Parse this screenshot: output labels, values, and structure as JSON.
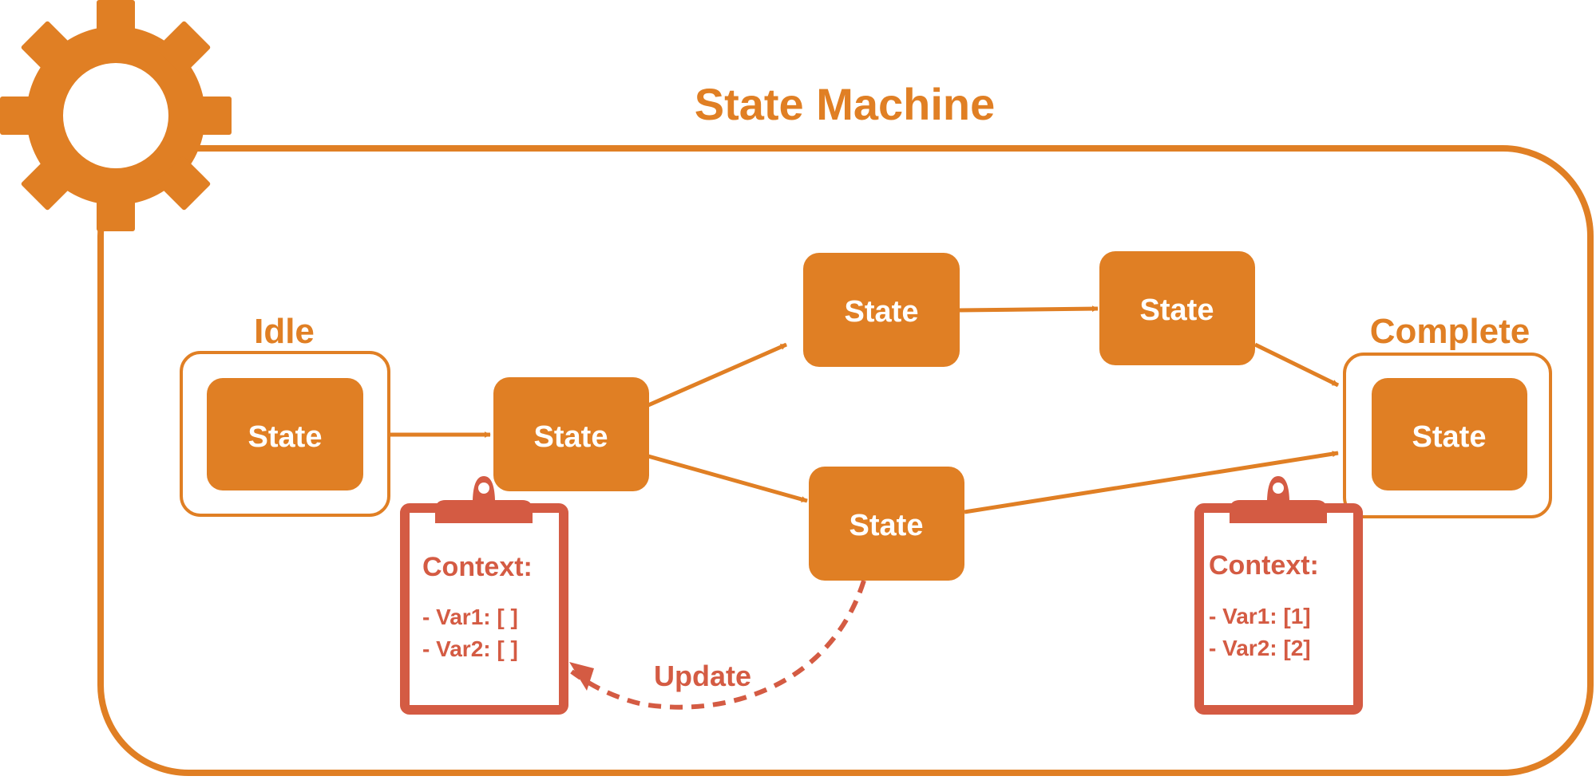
{
  "title": "State Machine",
  "colors": {
    "orange": "#E07F24",
    "red": "#D45B43",
    "white": "#FFFFFF"
  },
  "icons": {
    "gear": "gear-icon",
    "clipboard": "clipboard-icon"
  },
  "groups": {
    "idle": "Idle",
    "complete": "Complete"
  },
  "states": {
    "idle": "State",
    "second": "State",
    "upper_middle": "State",
    "upper_right": "State",
    "lower_middle": "State",
    "complete": "State"
  },
  "contexts": {
    "left": {
      "title": "Context:",
      "var1": "- Var1: [ ]",
      "var2": "- Var2: [ ]"
    },
    "right": {
      "title": "Context:",
      "var1": "- Var1: [1]",
      "var2": "- Var2: [2]"
    }
  },
  "update_label": "Update"
}
